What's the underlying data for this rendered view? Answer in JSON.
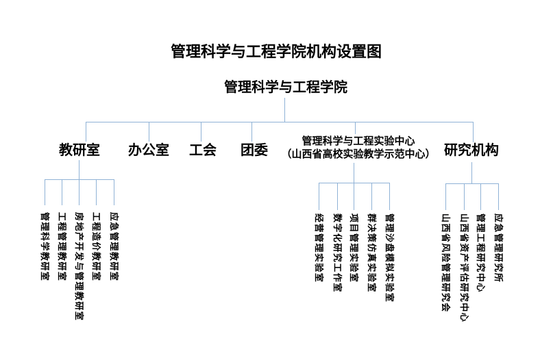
{
  "title": "管理科学与工程学院机构设置图",
  "root": {
    "label": "管理科学与工程学院"
  },
  "branches": [
    {
      "label": "教研室",
      "children": [
        "管理科学教研室",
        "工程管理教研室",
        "房地产开发与管理教研室",
        "工程造价教研室",
        "应急管理教研室"
      ]
    },
    {
      "label": "办公室",
      "children": []
    },
    {
      "label": "工会",
      "children": []
    },
    {
      "label": "团委",
      "children": []
    },
    {
      "label": "管理科学与工程实验中心",
      "sublabel": "（山西省高校实验教学示范中心）",
      "children": [
        "经营管理实验室",
        "数字化研究工作室",
        "项目管理实验室",
        "群决策仿真实验室",
        "管理沙盘模拟实验室"
      ]
    },
    {
      "label": "研究机构",
      "children": [
        "山西省风险管理研究会",
        "山西省资产评估研究中心",
        "管理工程研究中心",
        "应急管理研究所"
      ]
    }
  ],
  "colors": {
    "connector_line": "#8fb2d6",
    "text": "#000000",
    "background": "#ffffff"
  }
}
